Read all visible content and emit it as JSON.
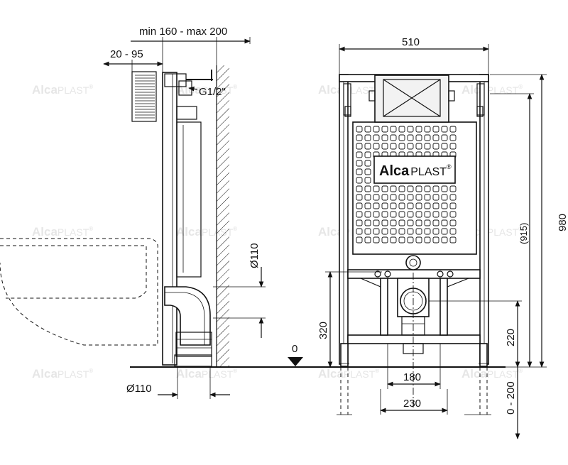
{
  "brand": {
    "logo_bold": "Alca",
    "logo_light": "PLAST",
    "logo_reg": "®",
    "watermark_bold": "Alca",
    "watermark_light": "PLAST",
    "watermark_reg": "®"
  },
  "side_view": {
    "depth_range": "min 160 - max 200",
    "offset_range": "20 - 95",
    "inlet_thread": "G1/2\"",
    "pipe_diameter": "Ø110",
    "outlet_diameter": "Ø110",
    "floor_level": "0"
  },
  "front_view": {
    "total_width": "510",
    "outlet_height": "320",
    "frame_height": "980",
    "inner_height": "(915)",
    "bracket_height": "220",
    "foot_adjust": "0 - 200",
    "leg_spacing_inner": "180",
    "leg_spacing_outer": "230"
  },
  "colors": {
    "line": "#111111",
    "watermark": "#e6e6e6",
    "plate": "#f2f2f2"
  }
}
